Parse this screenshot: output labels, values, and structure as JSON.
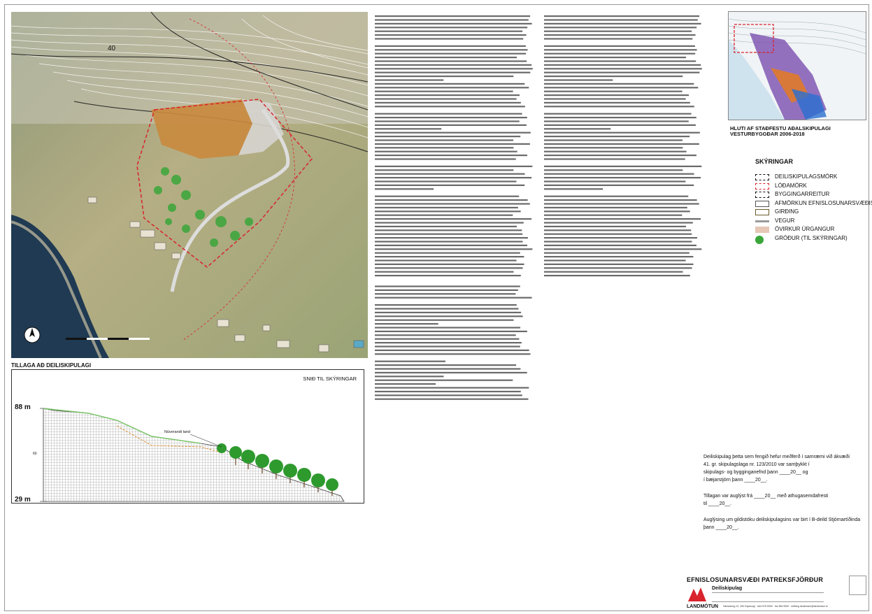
{
  "map": {
    "contour_label": "40"
  },
  "section": {
    "title": "TILLAGA AÐ DEILISKIPULAGI",
    "subtitle": "SNIÐ TIL SKÝRINGAR",
    "elev_top": "88 m",
    "elev_bottom": "29 m",
    "elev_mid": "60",
    "label_existing": "Núverandi land"
  },
  "inset": {
    "caption_line1": "HLUTI AF STAÐFESTU AÐALSKIPULAGI",
    "caption_line2": "VESTURBYGGÐAR 2006-2018"
  },
  "legend": {
    "title": "SKÝRINGAR",
    "items": [
      {
        "label": "DEILISKIPULAGSMÖRK",
        "color": "#111111"
      },
      {
        "label": "LÓÐAMÖRK",
        "color": "#d9232d"
      },
      {
        "label": "BYGGINGARREITUR",
        "color": "#111111"
      },
      {
        "label": "AFMÖRKUN EFNISLOSUNARSVÆÐIS",
        "color": "#555555"
      },
      {
        "label": "GIRÐING",
        "color": "#6b5a2a"
      },
      {
        "label": "VEGUR",
        "color": "#9a9a9a"
      },
      {
        "label": "ÓVIRKUR ÚRGANGUR",
        "color": "#e6c7b5"
      },
      {
        "label": "GRÓÐUR (TIL SKÝRINGAR)",
        "color": "#3aa63a"
      }
    ]
  },
  "signatures": {
    "line1": "Deiliskipulag þetta sem fengið hefur meðferð í samræmi við ákvæði",
    "line2": "41. gr. skipulagslaga nr. 123/2010 var samþykkt í",
    "line3": "skipulags- og bygginganefnd þann ____20__ og",
    "line4": "í bæjarstjórn þann ____20__.",
    "line5": "Tillagan var auglýst frá ____20__ með athugasemdafresti",
    "line6": "til ____20__.",
    "line7": "Auglýsing um gildistöku deiliskipulagsins var birt í B-deild Stjórnartíðinda",
    "line8": "þann ____20__."
  },
  "titleblock": {
    "project": "EFNISLOSUNARSVÆÐI PATREKSFJÖRÐUR",
    "drawing": "Deiliskipulag",
    "company": "LANDMÓTUN",
    "address": "Hamraborg 12, 200 Kópavogi · sími 575 5300 · fax 554 5000 · netfang landmotun@landmotun.is"
  }
}
